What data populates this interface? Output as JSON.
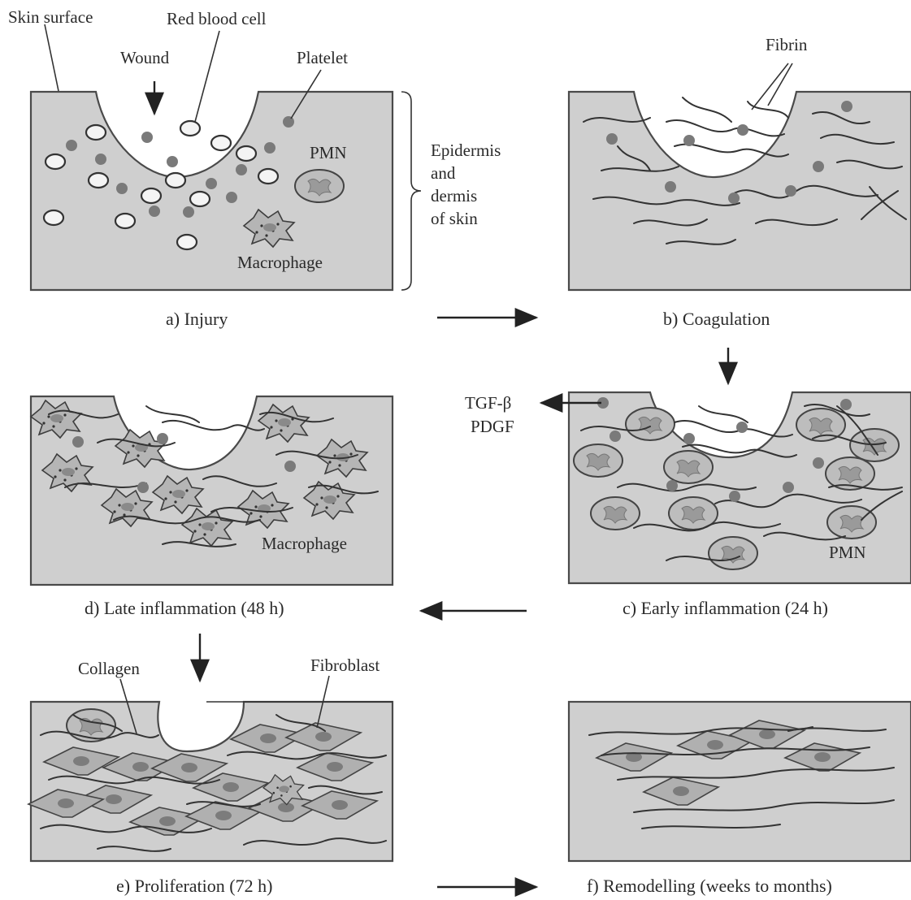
{
  "panels": {
    "a": {
      "caption": "a) Injury"
    },
    "b": {
      "caption": "b) Coagulation"
    },
    "c": {
      "caption": "c) Early inflammation (24 h)"
    },
    "d": {
      "caption": "d) Late inflammation (48 h)"
    },
    "e": {
      "caption": "e) Proliferation (72 h)"
    },
    "f": {
      "caption": "f) Remodelling (weeks to months)"
    }
  },
  "labels": {
    "skin_surface": "Skin surface",
    "red_blood_cell": "Red blood cell",
    "wound": "Wound",
    "platelet": "Platelet",
    "pmn": "PMN",
    "macrophage": "Macrophage",
    "epidermis_lines": [
      "Epidermis",
      "and",
      "dermis",
      "of skin"
    ],
    "fibrin": "Fibrin",
    "tgf_beta": "TGF-β",
    "pdgf": "PDGF",
    "pmn_c": "PMN",
    "macrophage_d": "Macrophage",
    "collagen": "Collagen",
    "fibroblast": "Fibroblast"
  }
}
